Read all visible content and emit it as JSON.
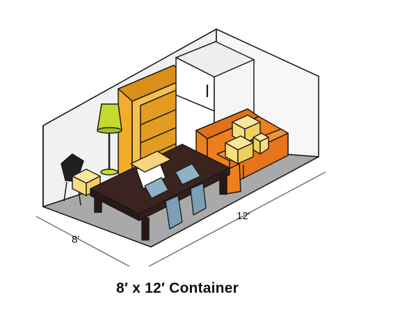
{
  "dimensions": {
    "width_label": "8′",
    "length_label": "12′"
  },
  "caption": "8′ x 12′ Container",
  "colors": {
    "outline": "#1a1a1a",
    "wall": "#f1f1f1",
    "floor": "#a9a9a9",
    "bookshelf": "#f2ad2b",
    "fridge": "#ffffff",
    "lamp_shade": "#c5da2c",
    "sofa": "#ef7e1e",
    "boxes": "#f8dc7d",
    "table": "#3b2320",
    "chairs": "#7a9fb6",
    "tote_lid": "#f6d57c",
    "accent_chair": "#1f1f1f"
  }
}
